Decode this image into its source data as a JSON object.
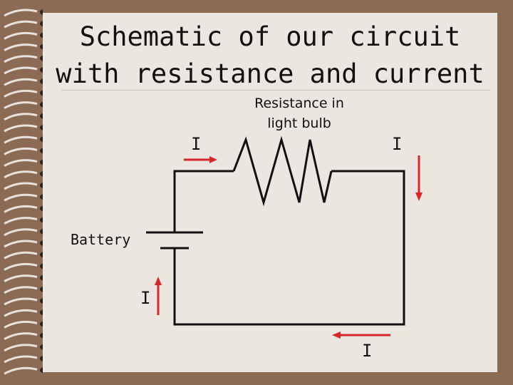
{
  "title_line1": "Schematic of our circuit",
  "title_line2": "with resistance and current",
  "resistor_label_line1": "Resistance in",
  "resistor_label_line2": "light bulb",
  "battery_label": "Battery",
  "current_symbol": "I",
  "colors": {
    "background": "#8c6b55",
    "page": "#ece6e1",
    "wire": "#111111",
    "arrow": "#d8272b"
  }
}
